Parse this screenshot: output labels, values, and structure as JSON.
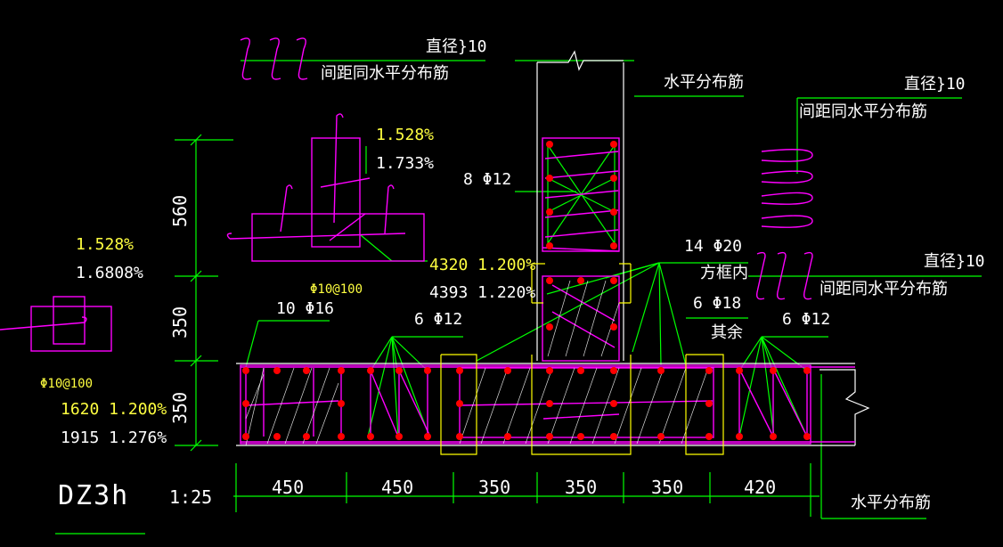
{
  "drawing": {
    "title": "DZ3h",
    "scale": "1:25",
    "dimensions": {
      "horizontal": [
        "450",
        "450",
        "350",
        "350",
        "350",
        "420"
      ],
      "vertical": [
        "560",
        "350",
        "350"
      ]
    },
    "labels": {
      "dia_top": "直径}10",
      "spacing_top": "间距同水平分布筋",
      "horizontal_bar_top": "水平分布筋",
      "dia_right": "直径}10",
      "spacing_right": "间距同水平分布筋",
      "dia_mid": "直径}10",
      "spacing_mid": "间距同水平分布筋",
      "horizontal_bar_bottom": "水平分布筋",
      "bars_column": "8 Φ12",
      "bars_corner": "14 Φ20",
      "in_box": "方框内",
      "bars_18": "6 Φ18",
      "rest": "其余",
      "bars_left_16": "10 Φ16",
      "bars_left_12": "6 Φ12",
      "bars_right_12": "6 Φ12",
      "stirrup_1": "Φ10@100",
      "stirrup_2": "Φ10@100"
    },
    "ratios": {
      "top_yellow": "1.528%",
      "top_white": "1.733%",
      "left_yellow": "1.528%",
      "left_white": "1.6808%",
      "mid_yellow": "4320 1.200%",
      "mid_white": "4393 1.220%",
      "bottom_yellow": "1620 1.200%",
      "bottom_white": "1915 1.276%"
    },
    "colors": {
      "background": "#000000",
      "rebar": "#ff0000",
      "tie": "#ff00ff",
      "leader": "#00ff00",
      "outline": "#ff00ff",
      "box": "#ffff00",
      "text": "#ffffff",
      "highlight_text": "#ffff40",
      "wall_line": "#ffffff"
    }
  }
}
